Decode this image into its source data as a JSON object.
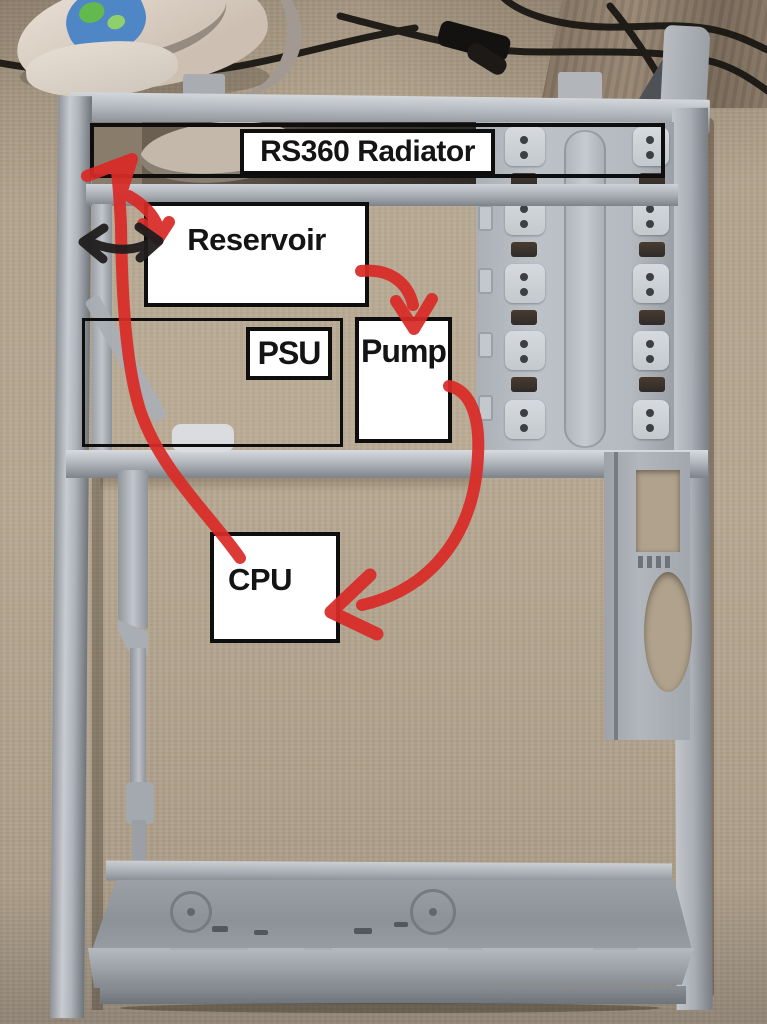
{
  "annotations": {
    "radiator_label": "RS360 Radiator",
    "reservoir_label": "Reservoir",
    "psu_label": "PSU",
    "pump_label": "Pump",
    "cpu_label": "CPU",
    "colors": {
      "arrow": "#d92b27",
      "marker": "#201d1d",
      "label_background": "#ffffff",
      "label_border": "#0e0e0e",
      "chassis_metal": "#b4b9bf",
      "carpet": "#b3a58f"
    }
  }
}
